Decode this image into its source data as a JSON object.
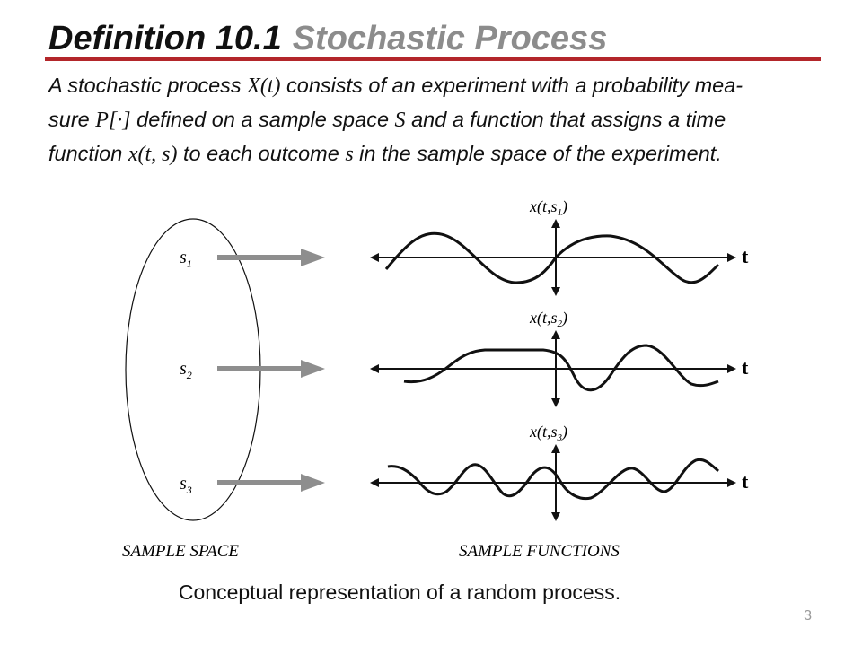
{
  "slide": {
    "title_number": "Definition 10.1",
    "title_name": "Stochastic Process",
    "page_number": "3",
    "accent_color": "#b3262a",
    "caption": "Conceptual representation of a random process."
  },
  "definition": {
    "line1_a": "A stochastic process ",
    "line1_math": "X(t)",
    "line1_b": " consists of an experiment with a probability mea-",
    "line2_a": "sure ",
    "line2_math": "P[·]",
    "line2_b": " defined on a sample space ",
    "line2_math2": "S",
    "line2_c": " and a function that assigns a time",
    "line3_a": "function ",
    "line3_math": "x(t, s)",
    "line3_b": " to each outcome ",
    "line3_math2": "s",
    "line3_c": " in the sample space of the experiment."
  },
  "diagram": {
    "sample_space_label": "SAMPLE SPACE",
    "sample_functions_label": "SAMPLE FUNCTIONS",
    "outcomes": [
      {
        "label": "s",
        "sub": "1",
        "function_label": "x(t,s",
        "function_sub": "1",
        "axis_label": "t"
      },
      {
        "label": "s",
        "sub": "2",
        "function_label": "x(t,s",
        "function_sub": "2",
        "axis_label": "t"
      },
      {
        "label": "s",
        "sub": "3",
        "function_label": "x(t,s",
        "function_sub": "3",
        "axis_label": "t"
      }
    ]
  }
}
